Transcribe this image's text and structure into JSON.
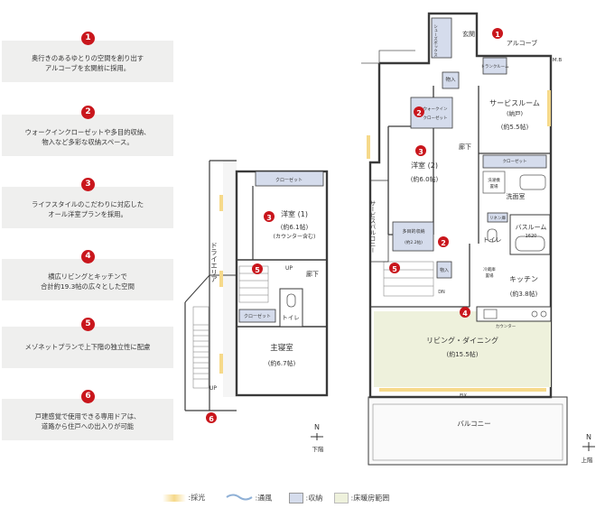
{
  "features": [
    {
      "num": "1",
      "text": "奥行きのあるゆとりの空間を創り出す\nアルコーブを玄関前に採用。"
    },
    {
      "num": "2",
      "text": "ウォークインクローゼットや多目的収納、\n物入など多彩な収納スペース。"
    },
    {
      "num": "3",
      "text": "ライフスタイルのこだわりに対応した\nオール洋室プランを採用。"
    },
    {
      "num": "4",
      "text": "横広リビングとキッチンで\n合計約19.3帖の広々とした空間"
    },
    {
      "num": "5",
      "text": "メゾネットプランで上下階の独立性に配慮"
    },
    {
      "num": "6",
      "text": "戸建感覚で使用できる専用ドアは、\n道路から住戸への出入りが可能"
    }
  ],
  "lower": {
    "drive_area": "ドライエリア",
    "closet1": "クローゼット",
    "closet2": "クローゼット",
    "room1_name": "洋室 (1)",
    "room1_size": "(約6.1帖)",
    "room1_note": "(カウンター含む)",
    "hall": "廊下",
    "toilet": "トイレ",
    "master_name": "主寝室",
    "master_size": "(約6.7帖)",
    "up1": "UP",
    "up2": "UP",
    "floor_label": "下階",
    "north": "N",
    "badge3": "3",
    "badge5": "5",
    "badge6": "6"
  },
  "upper": {
    "entrance": "玄関",
    "alcove": "アルコーブ",
    "mb": "M.B",
    "shoebox": "シューズボックス",
    "storage1": "物入",
    "trunk": "トランクルーム",
    "wic_line1": "ウォークイン",
    "wic_line2": "クローゼット",
    "service_name": "サービスルーム",
    "service_note": "(納戸)",
    "service_size": "(約5.5帖)",
    "room2_name": "洋室 (2)",
    "room2_size": "(約6.0帖)",
    "corridor": "廊下",
    "closet3": "クローゼット",
    "service_balcony": "サービスバルコニー",
    "multi_name": "多目的収納",
    "multi_size": "(約2.2帖)",
    "wash1": "洗濯機",
    "wash2": "置場",
    "washroom": "洗面室",
    "linen": "リネン庫",
    "bath_name": "バスルーム",
    "bath_size": "1620",
    "toilet": "トイレ",
    "storage2": "物入",
    "fridge1": "冷蔵庫",
    "fridge2": "置場",
    "kitchen_name": "キッチン",
    "kitchen_size": "(約3.8帖)",
    "dn": "DN",
    "counter": "カウンター",
    "living_name": "リビング・ダイニング",
    "living_size": "(約15.5帖)",
    "fix": "FIX",
    "balcony": "バルコニー",
    "floor_label": "上階",
    "north": "N",
    "badge1": "1",
    "badge2a": "2",
    "badge2b": "2",
    "badge3": "3",
    "badge4": "4",
    "badge5": "5"
  },
  "legend": {
    "light": ":採光",
    "wind": ":通風",
    "storage": ":収納",
    "heating": ":床暖房範囲"
  },
  "colors": {
    "accent_red": "#c9161c",
    "storage_fill": "#d5dcec",
    "heating_fill": "#eef1dc",
    "light_fill": "#f6d98a",
    "wind_stroke": "#8fb0d6",
    "wall": "#3a3a3a"
  }
}
